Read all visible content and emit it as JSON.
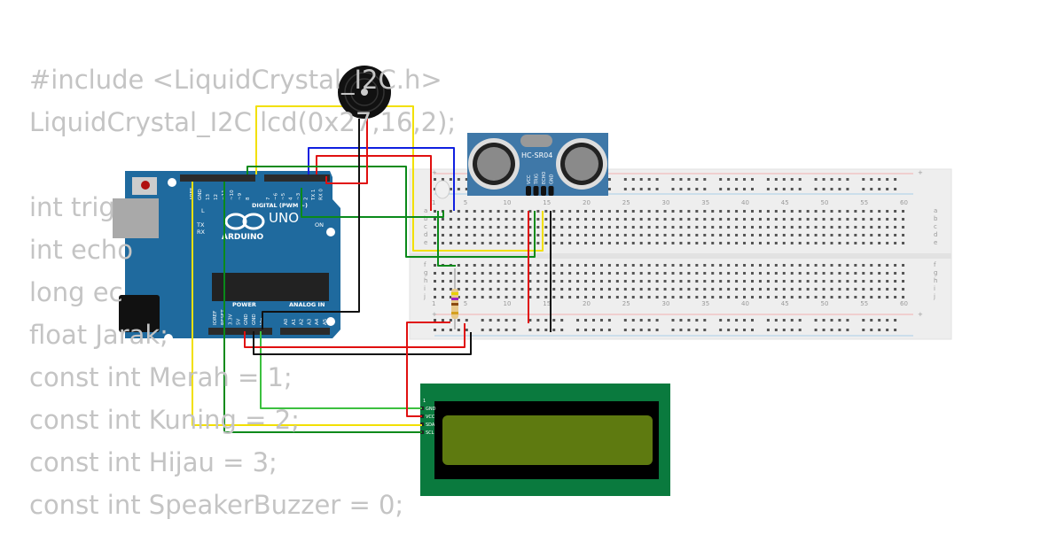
{
  "code_lines": [
    "#include <LiquidCrystal_I2C.h>",
    "LiquidCrystal_I2C lcd(0x27,16,2);",
    "",
    "int trig",
    "int echo",
    "long ec",
    "float Jarak;",
    "const int Merah = 1;",
    "const int Kuning = 2;",
    "const int Hijau = 3;",
    "const int SpeakerBuzzer = 0;"
  ],
  "arduino": {
    "model": "UNO",
    "brand": "ARDUINO",
    "digital_label": "DIGITAL (PWM ~)",
    "power_label": "POWER",
    "analog_label": "ANALOG IN",
    "on_label": "ON",
    "tx_label": "TX",
    "rx_label": "RX",
    "l_label": "L",
    "digital_pins": [
      "AREF",
      "GND",
      "13",
      "12",
      "~11",
      "~10",
      "~9",
      "8",
      "7",
      "~6",
      "~5",
      "4",
      "~3",
      "2",
      "TX 1",
      "RX 0"
    ],
    "power_pins": [
      "IOREF",
      "RESET",
      "3.3V",
      "5V",
      "GND",
      "GND",
      "Vin"
    ],
    "analog_pins": [
      "A0",
      "A1",
      "A2",
      "A3",
      "A4",
      "A5"
    ],
    "board_color": "#1f6a9e"
  },
  "sensor": {
    "name": "HC-SR04",
    "pins": [
      "VCC",
      "TRIG",
      "ECHO",
      "GND"
    ],
    "color": "#3f78a8"
  },
  "breadboard": {
    "columns": [
      "1",
      "5",
      "10",
      "15",
      "20",
      "25",
      "30",
      "35",
      "40",
      "45",
      "50",
      "55",
      "60"
    ],
    "rows_top": [
      "a",
      "b",
      "c",
      "d",
      "e"
    ],
    "rows_bottom": [
      "f",
      "g",
      "h",
      "i",
      "j"
    ],
    "plus": "+",
    "minus": "-"
  },
  "lcd": {
    "pins": [
      "GND",
      "VCC",
      "SDA",
      "SCL"
    ],
    "pin1": "1",
    "board_color": "#0a7a3e",
    "screen_color": "#5e7a10"
  },
  "wire_colors": {
    "red": "#e01010",
    "black": "#111111",
    "yellow": "#f2e000",
    "green": "#0a8a1a",
    "light_green": "#3cc040",
    "blue": "#1020e0"
  }
}
